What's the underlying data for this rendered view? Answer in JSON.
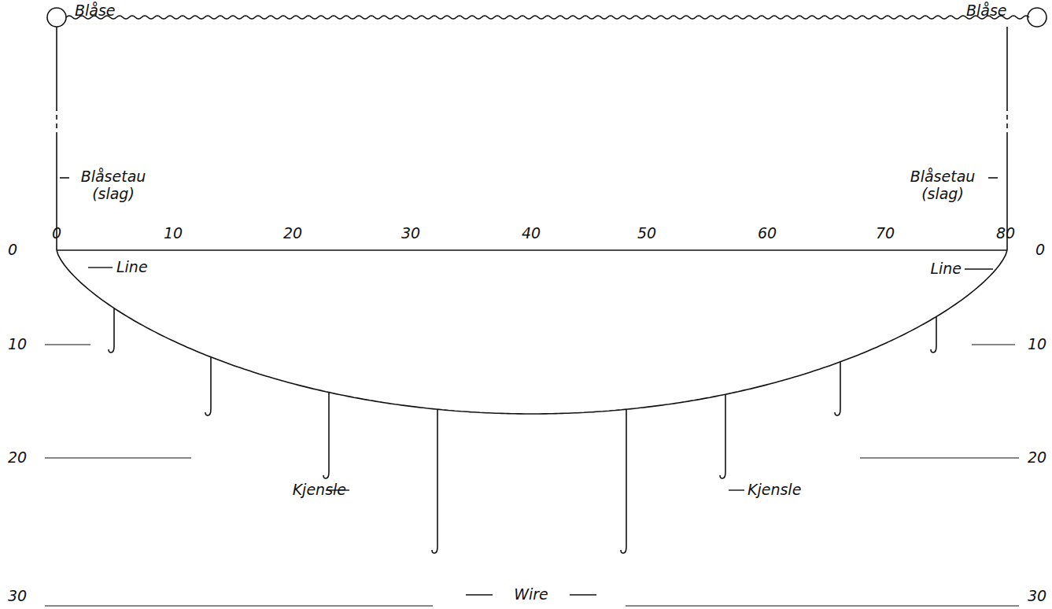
{
  "diagram": {
    "labels": [
      "Blåse",
      "Blåse",
      "Blåsetau (slag)",
      "Blåsetau (slag)",
      "0",
      "10",
      "20",
      "30",
      "40",
      "50",
      "60",
      "70",
      "80",
      "0",
      "10",
      "20",
      "30",
      "0",
      "10",
      "20",
      "30",
      "Line",
      "Line",
      "Kjensle",
      "Kjensle",
      "Wire"
    ]
  }
}
